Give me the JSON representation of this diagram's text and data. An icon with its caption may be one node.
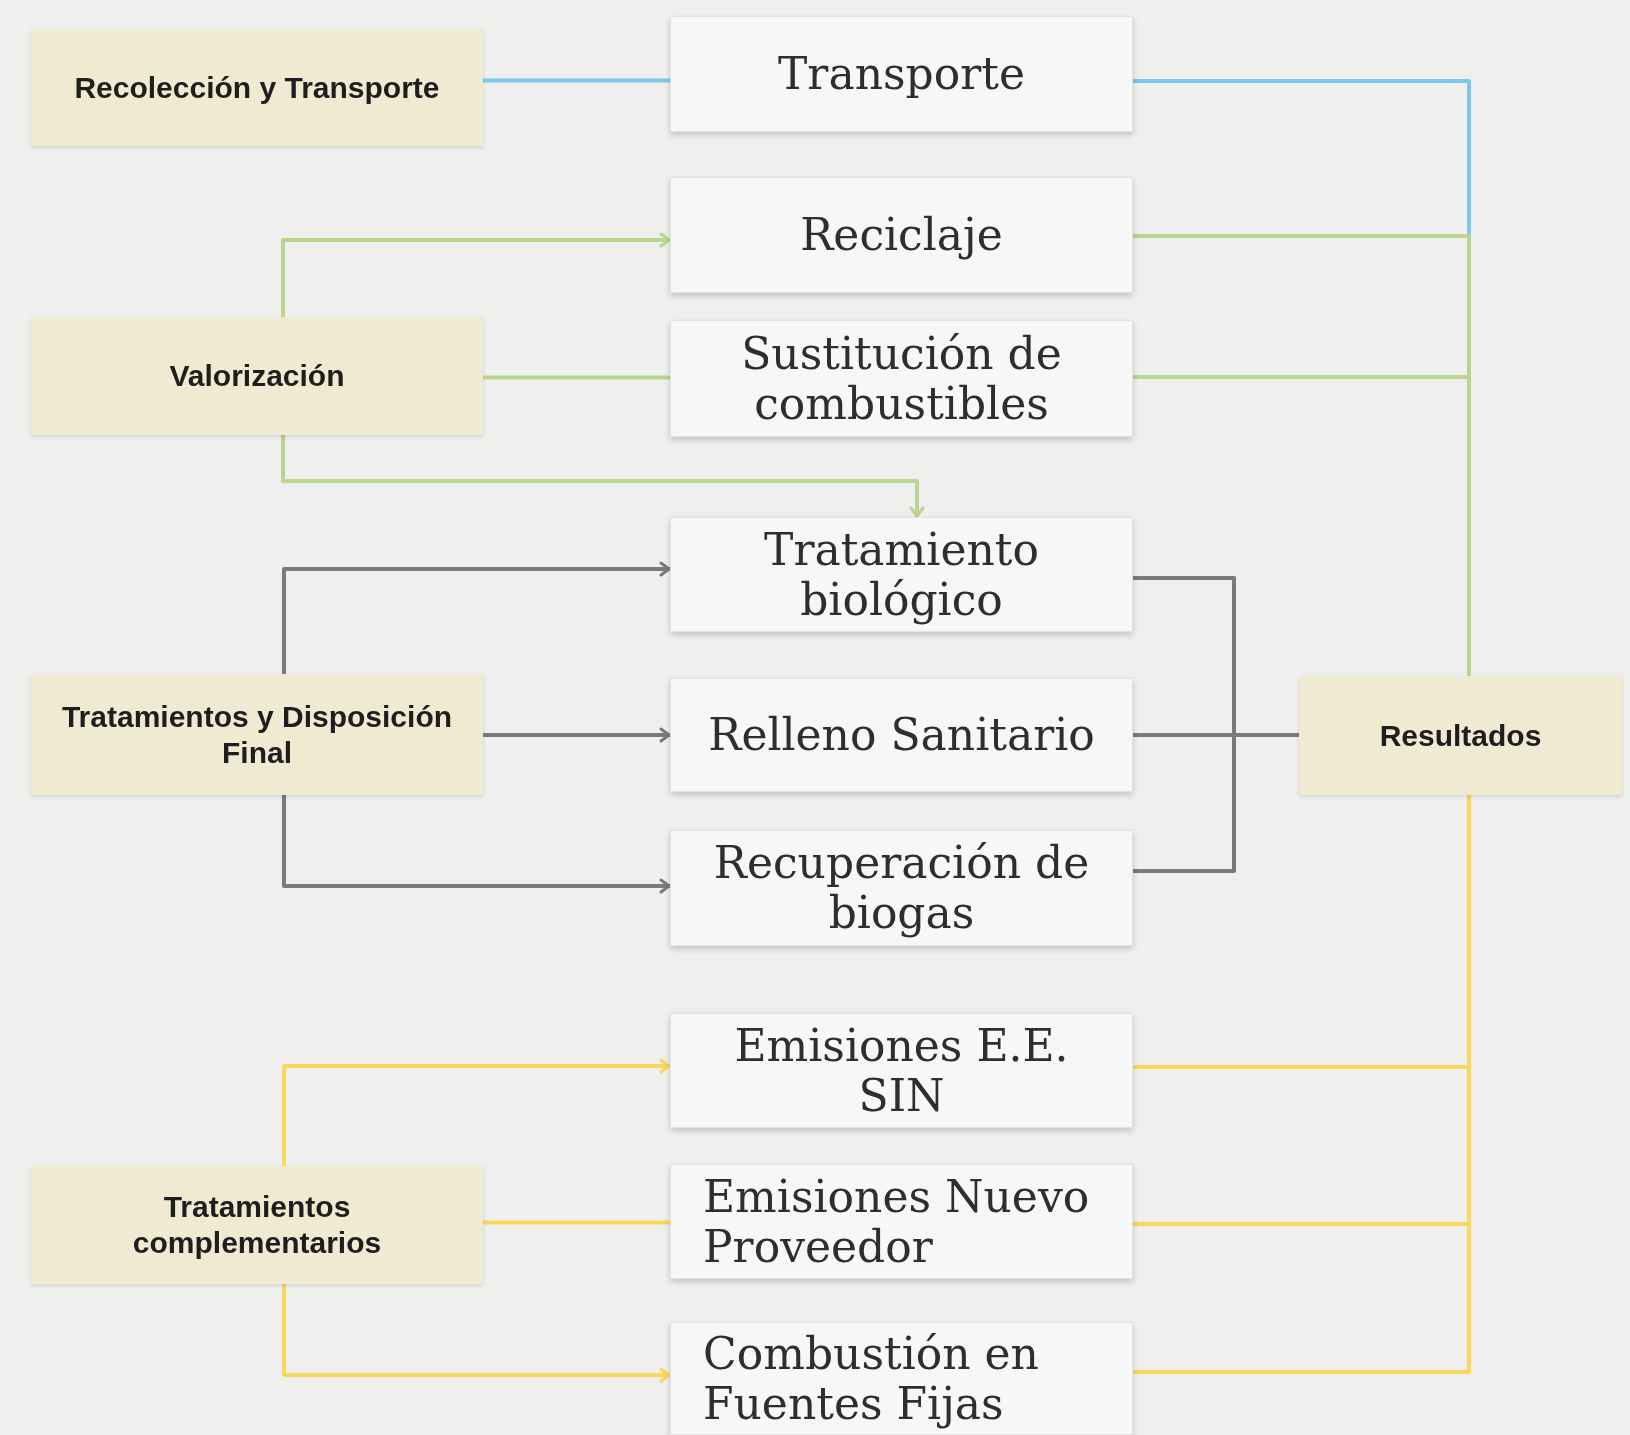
{
  "diagram": {
    "nodes": [
      {
        "text": [
          "Recolección y Transporte"
        ]
      },
      {
        "text": [
          "Transporte"
        ]
      },
      {
        "text": [
          "Valorización"
        ]
      },
      {
        "text": [
          "Reciclaje"
        ]
      },
      {
        "text": [
          "Sustitución de combustibles"
        ]
      },
      {
        "text": [
          "Tratamiento biológico"
        ]
      },
      {
        "text": [
          "Tratamientos y Disposición Final"
        ]
      },
      {
        "text": [
          "Relleno Sanitario"
        ]
      },
      {
        "text": [
          "Recuperación de biogas"
        ]
      },
      {
        "text": [
          "Emisiones E.E. SIN"
        ]
      },
      {
        "text": [
          "Tratamientos complementarios"
        ]
      },
      {
        "text": [
          "Emisiones Nuevo Proveedor"
        ]
      },
      {
        "text": [
          "Combustión en Fuentes Fijas"
        ]
      },
      {
        "text": [
          "Resultados"
        ]
      }
    ],
    "edges": [
      {
        "from": 0,
        "to": 1,
        "arrow": "none",
        "color": "#7cc8ec"
      },
      {
        "from": 2,
        "to": 3,
        "arrow": "to",
        "color": "#b9d58f"
      },
      {
        "from": 2,
        "to": 4,
        "arrow": "none",
        "color": "#b9d58f"
      },
      {
        "from": 2,
        "to": 5,
        "arrow": "to",
        "color": "#b9d58f"
      },
      {
        "from": 6,
        "to": 5,
        "arrow": "to"
      },
      {
        "from": 6,
        "to": 7,
        "arrow": "to"
      },
      {
        "from": 6,
        "to": 8,
        "arrow": "to"
      },
      {
        "from": 10,
        "to": 9,
        "arrow": "to",
        "color": "#f9d65c"
      },
      {
        "from": 10,
        "to": 11,
        "arrow": "none",
        "color": "#f9d65c"
      },
      {
        "from": 10,
        "to": 12,
        "arrow": "to",
        "color": "#f9d65c"
      },
      {
        "from": 1,
        "to": 13,
        "arrow": "none",
        "color": "#7cc8ec"
      },
      {
        "from": 3,
        "to": 13,
        "arrow": "none",
        "color": "#b9d58f"
      },
      {
        "from": 4,
        "to": 13,
        "arrow": "none",
        "color": "#b9d58f"
      },
      {
        "from": 5,
        "to": 13,
        "arrow": "none"
      },
      {
        "from": 7,
        "to": 13,
        "arrow": "none"
      },
      {
        "from": 8,
        "to": 13,
        "arrow": "none"
      },
      {
        "from": 9,
        "to": 13,
        "arrow": "none",
        "color": "#f9d65c"
      },
      {
        "from": 11,
        "to": 13,
        "arrow": "none",
        "color": "#f9d65c"
      },
      {
        "from": 12,
        "to": 13,
        "arrow": "none",
        "color": "#f9d65c"
      }
    ]
  }
}
